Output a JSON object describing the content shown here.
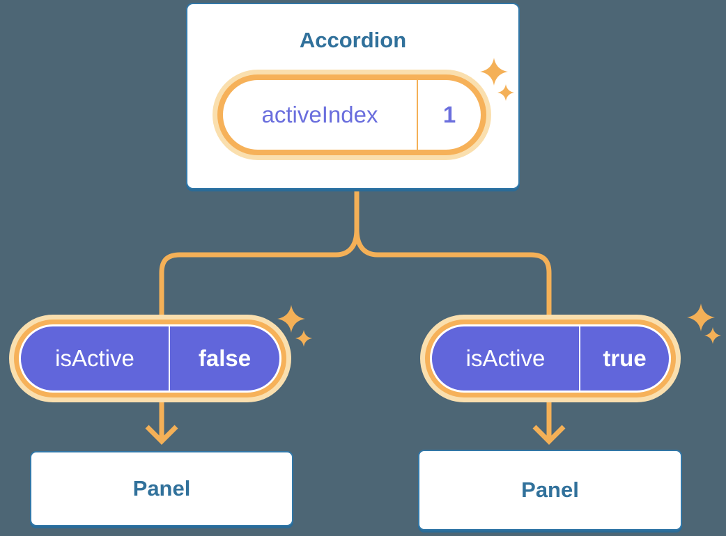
{
  "colors": {
    "background": "#4D6675",
    "accent-orange": "#F4B057",
    "orange-ring": "#F6B159",
    "orange-halo": "#FADFAE",
    "purple": "#6166DB",
    "blue-border": "#3277A7",
    "blue-shadow": "#2A6B97",
    "blue-text": "#31719B",
    "purple-text": "#6A6EDD",
    "card-bg": "#FFFFFF",
    "white-text": "#FFFFFF"
  },
  "accordion": {
    "title": "Accordion",
    "state_pill": {
      "name": "activeIndex",
      "value": "1"
    }
  },
  "branches": [
    {
      "prop_pill": {
        "name": "isActive",
        "value": "false"
      },
      "panel": {
        "label": "Panel"
      }
    },
    {
      "prop_pill": {
        "name": "isActive",
        "value": "true"
      },
      "panel": {
        "label": "Panel"
      }
    }
  ],
  "icons": {
    "sparkle": "sparkle-icon"
  }
}
